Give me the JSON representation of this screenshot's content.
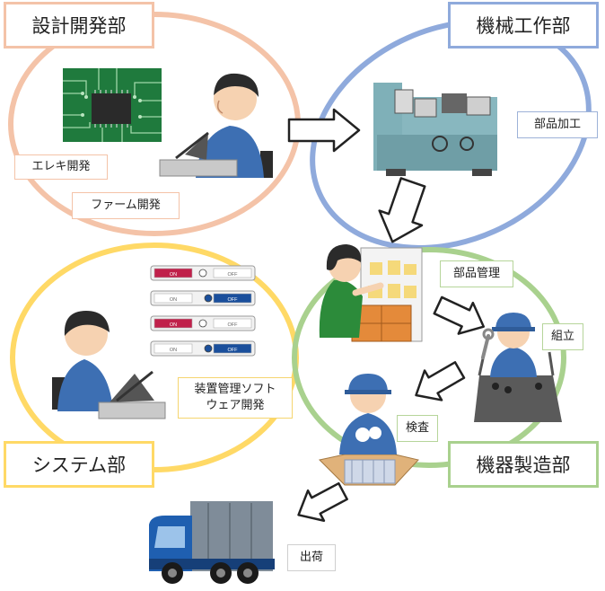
{
  "departments": {
    "design": {
      "name": "設計開発部",
      "color": "#f4c3a8"
    },
    "machine": {
      "name": "機械工作部",
      "color": "#8faadc"
    },
    "system": {
      "name": "システム部",
      "color": "#ffd966"
    },
    "manufacturing": {
      "name": "機器製造部",
      "color": "#a9d18e"
    }
  },
  "labels": {
    "electronics": "エレキ開発",
    "firmware": "ファーム開発",
    "parts_processing": "部品加工",
    "parts_management": "部品管理",
    "assembly": "組立",
    "inspection": "検査",
    "software_line1": "装置管理ソフト",
    "software_line2": "ウェア開発",
    "shipping": "出荷"
  },
  "switch_panel": {
    "on_label": "ON",
    "off_label": "OFF",
    "states": [
      "on",
      "off",
      "on",
      "off"
    ]
  },
  "colors": {
    "arrow_fill": "#ffffff",
    "arrow_stroke": "#222222",
    "truck_cab": "#1f5fb0",
    "truck_box": "#7f8c99",
    "worker_blue": "#3d6fb3",
    "skin": "#f6d2b1",
    "hair": "#2b2b2b",
    "shelf_orange": "#e48a3a",
    "switch_on": "#c0204a",
    "switch_off": "#1a4f9c",
    "apron_green": "#2c8b3a",
    "pcb_green": "#1f7a3d"
  }
}
